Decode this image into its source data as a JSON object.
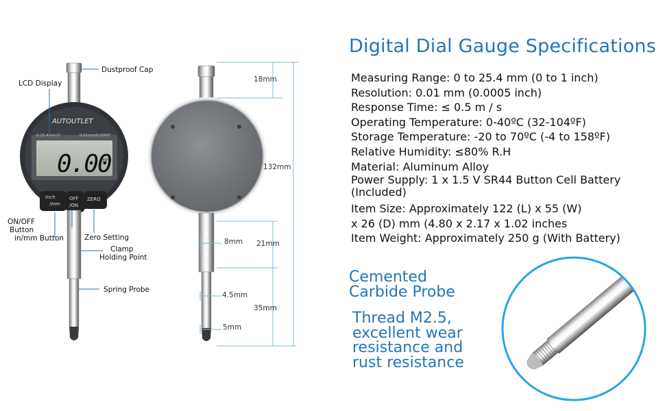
{
  "specs": {
    "title": "Digital Dial Gauge Specifications",
    "items": [
      "Measuring Range: 0 to 25.4 mm (0 to 1 inch)",
      "Resolution: 0.01 mm (0.0005 inch)",
      "Response Time: ≤ 0.5 m / s",
      "Operating Temperature: 0-40ºC (32-104ºF)",
      "Storage Temperature: -20 to 70ºC (-4 to 158ºF)",
      "Relative Humidity: ≤80% R.H",
      "Material: Aluminum Alloy",
      "Power Supply: 1 x 1.5 V SR44 Button Cell Battery (Included)",
      "Item Size: Approximately 122 (L) x 55 (W)",
      "x 26 (D) mm (4.80 x 2.17 x 1.02 inches",
      "Item Weight: Approximately 250 g (With Battery)"
    ]
  },
  "probe": {
    "title_line1": "Cemented",
    "title_line2": "Carbide Probe",
    "desc_line1": "Thread M2.5,",
    "desc_line2": "excellent wear",
    "desc_line3": "resistance and",
    "desc_line4": "rust resistance"
  },
  "gauge_front": {
    "brand": "AUTOUTLET",
    "range_text": "0-25.4mm/1\"",
    "resolution_text": "0.01mm/0.0005\"",
    "reading": "0.00",
    "unit": "mm",
    "btn_inch": "inch\n/mm",
    "btn_inch_l1": "inch",
    "btn_inch_l2": "/mm",
    "btn_off_l1": "OFF",
    "btn_off_l2": "/ON",
    "btn_zero": "ZERO"
  },
  "callouts": {
    "dustproof_cap": "Dustproof Cap",
    "lcd_display": "LCD Display",
    "on_off_l1": "ON/OFF",
    "on_off_l2": "Button",
    "inmm_button": "in/mm Button",
    "zero_setting": "Zero Setting",
    "clamp_l1": "Clamp",
    "clamp_l2": "Holding Point",
    "spring_probe": "Spring Probe"
  },
  "dimensions": {
    "d18": "18mm",
    "d132": "132mm",
    "d8": "8mm",
    "d21": "21mm",
    "d45": "4.5mm",
    "d35": "35mm",
    "d5": "5mm"
  },
  "colors": {
    "accent_blue": "#2176b8",
    "dim_line": "#8fc2dc",
    "circle_border": "#28a6e0"
  }
}
